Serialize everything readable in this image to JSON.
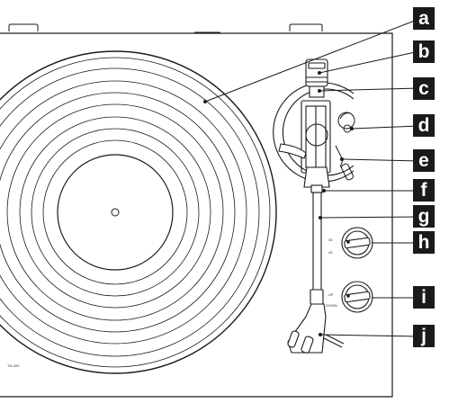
{
  "callouts": [
    {
      "id": "a",
      "letter": "a"
    },
    {
      "id": "b",
      "letter": "b"
    },
    {
      "id": "c",
      "letter": "c"
    },
    {
      "id": "d",
      "letter": "d"
    },
    {
      "id": "e",
      "letter": "e"
    },
    {
      "id": "f",
      "letter": "f"
    },
    {
      "id": "g",
      "letter": "g"
    },
    {
      "id": "h",
      "letter": "h"
    },
    {
      "id": "i",
      "letter": "i"
    },
    {
      "id": "j",
      "letter": "j"
    }
  ],
  "model_text": "TN-300",
  "knob_h": {
    "upper": "33",
    "lower": "45"
  },
  "knob_i": {
    "upper": "UP",
    "lower": "DOWN"
  },
  "colors": {
    "line": "#1a1a1a",
    "label_bg": "#1a1a1a",
    "label_fg": "#ffffff"
  }
}
